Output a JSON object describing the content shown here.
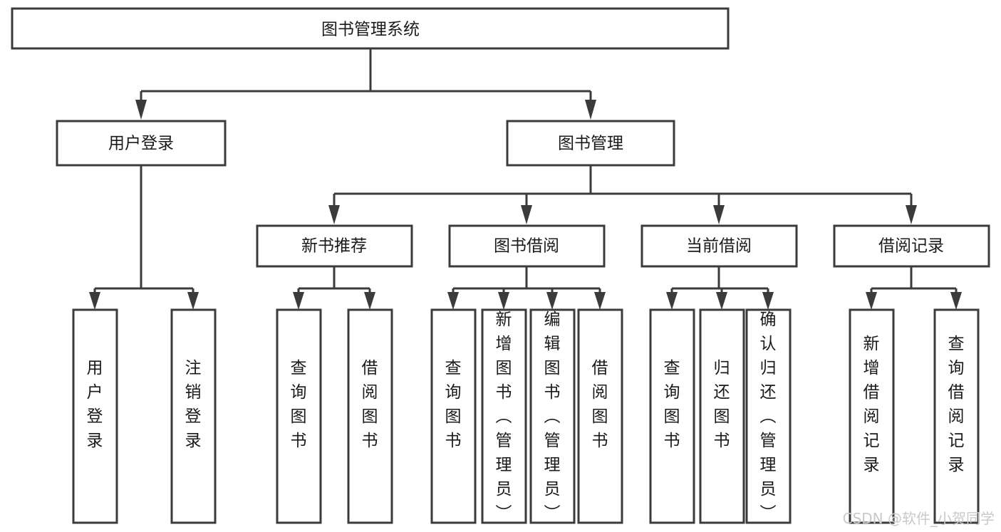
{
  "diagram": {
    "title": "图书管理系统",
    "type": "tree-hierarchy-chart",
    "orientation": "top-down",
    "colors": {
      "box_stroke": "#3b3b3b",
      "box_fill": "#ffffff",
      "text": "#1a1a1a",
      "connector": "#3b3b3b",
      "watermark": "#c9c9c9",
      "background": "#ffffff"
    }
  },
  "nodes": {
    "root": {
      "label": "图书管理系统"
    },
    "level1": [
      {
        "id": "user-login",
        "label": "用户登录"
      },
      {
        "id": "book-management",
        "label": "图书管理"
      }
    ],
    "level2": [
      {
        "id": "new-book-recommend",
        "label": "新书推荐",
        "parent": "book-management"
      },
      {
        "id": "book-borrow",
        "label": "图书借阅",
        "parent": "book-management"
      },
      {
        "id": "current-borrow",
        "label": "当前借阅",
        "parent": "book-management"
      },
      {
        "id": "borrow-record",
        "label": "借阅记录",
        "parent": "book-management"
      }
    ],
    "leaves": {
      "user-login": [
        {
          "id": "leaf-user-login",
          "label": "用户登录"
        },
        {
          "id": "leaf-user-logout",
          "label": "注销登录"
        }
      ],
      "new-book-recommend": [
        {
          "id": "leaf-query-book-1",
          "label": "查询图书"
        },
        {
          "id": "leaf-borrow-book-1",
          "label": "借阅图书"
        }
      ],
      "book-borrow": [
        {
          "id": "leaf-query-book-2",
          "label": "查询图书"
        },
        {
          "id": "leaf-add-book",
          "label": "新增图书（管理员）"
        },
        {
          "id": "leaf-edit-book",
          "label": "编辑图书（管理员）"
        },
        {
          "id": "leaf-borrow-book-2",
          "label": "借阅图书"
        }
      ],
      "current-borrow": [
        {
          "id": "leaf-query-book-3",
          "label": "查询图书"
        },
        {
          "id": "leaf-return-book",
          "label": "归还图书"
        },
        {
          "id": "leaf-confirm-return",
          "label": "确认归还（管理员）"
        }
      ],
      "borrow-record": [
        {
          "id": "leaf-add-record",
          "label": "新增借阅记录"
        },
        {
          "id": "leaf-query-record",
          "label": "查询借阅记录"
        }
      ]
    }
  },
  "watermark": {
    "label": "CSDN @软件_小贺同学"
  }
}
